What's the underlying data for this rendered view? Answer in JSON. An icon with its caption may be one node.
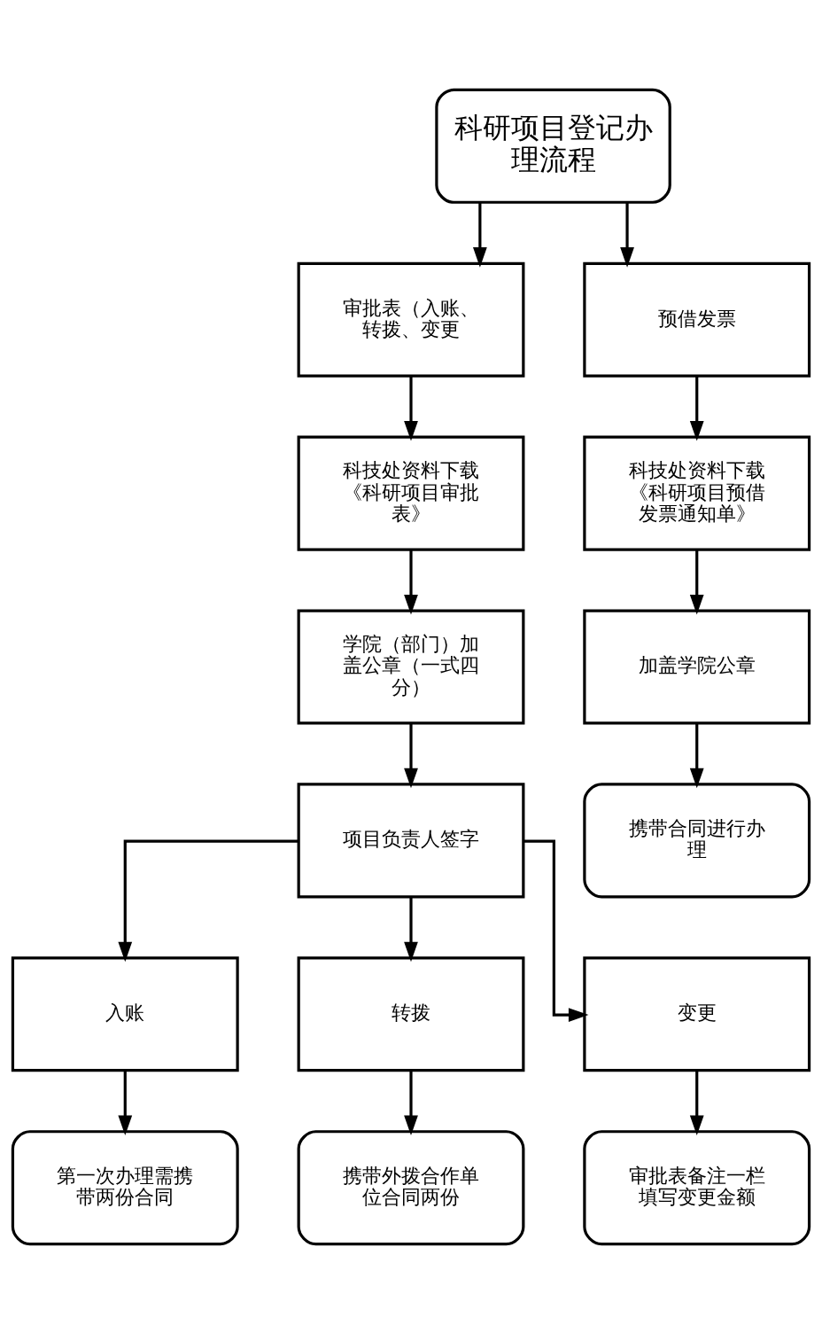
{
  "diagram": {
    "nodes": [
      {
        "text": [
          "科研项目登记办理流程"
        ]
      },
      {
        "text": [
          "审批表（入账、转拨、变更"
        ]
      },
      {
        "text": [
          "预借发票"
        ]
      },
      {
        "text": [
          "科技处资料下载《科研项目审批表》"
        ]
      },
      {
        "text": [
          "科技处资料下载《科研项目预借发票通知单》"
        ]
      },
      {
        "text": [
          "学院（部门）加盖公章（一式四分）"
        ]
      },
      {
        "text": [
          "加盖学院公章"
        ]
      },
      {
        "text": [
          "项目负责人签字"
        ]
      },
      {
        "text": [
          "携带合同进行办理"
        ]
      },
      {
        "text": [
          "入账"
        ]
      },
      {
        "text": [
          "转拨"
        ]
      },
      {
        "text": [
          "变更"
        ]
      },
      {
        "text": [
          "第一次办理需携带两份合同"
        ]
      },
      {
        "text": [
          "携带外拨合作单位合同两份"
        ]
      },
      {
        "text": [
          "审批表备注一栏填写变更金额"
        ]
      }
    ],
    "edges": [
      {
        "from": 0,
        "to": 1,
        "arrow": "to"
      },
      {
        "from": 0,
        "to": 2,
        "arrow": "to"
      },
      {
        "from": 1,
        "to": 3,
        "arrow": "to"
      },
      {
        "from": 2,
        "to": 4,
        "arrow": "to"
      },
      {
        "from": 3,
        "to": 5,
        "arrow": "to"
      },
      {
        "from": 4,
        "to": 6,
        "arrow": "to"
      },
      {
        "from": 5,
        "to": 7,
        "arrow": "to"
      },
      {
        "from": 6,
        "to": 8,
        "arrow": "to"
      },
      {
        "from": 7,
        "to": 9,
        "arrow": "to"
      },
      {
        "from": 7,
        "to": 10,
        "arrow": "to"
      },
      {
        "from": 7,
        "to": 11,
        "arrow": "to"
      },
      {
        "from": 9,
        "to": 12,
        "arrow": "to"
      },
      {
        "from": 10,
        "to": 13,
        "arrow": "to"
      },
      {
        "from": 11,
        "to": 14,
        "arrow": "to"
      }
    ]
  }
}
